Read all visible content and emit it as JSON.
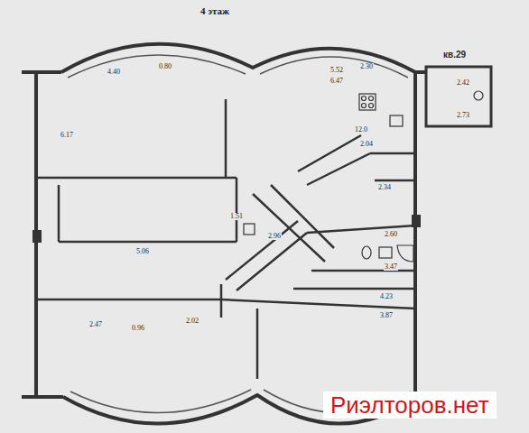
{
  "diagram": {
    "title": "4 этаж",
    "labels": [
      "кв.29",
      "4.40",
      "0.80",
      "5.52",
      "2.30",
      "6.47",
      "2.42",
      "2.73",
      "6.17",
      "12.0",
      "2.04",
      "2.34",
      "2.60",
      "3.47",
      "4.23",
      "5.06",
      "2.47",
      "0.96",
      "2.02",
      "3.87",
      "2.96",
      "1.51",
      "Риэлторов.нет"
    ]
  }
}
